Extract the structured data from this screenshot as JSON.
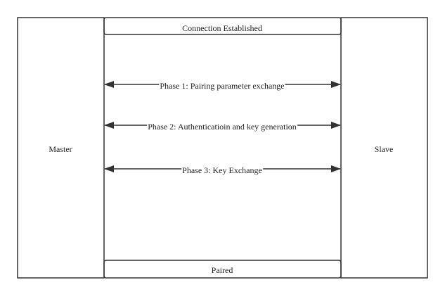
{
  "participants": {
    "left": "Master",
    "right": "Slave"
  },
  "banners": {
    "top": "Connection Established",
    "bottom": "Paired"
  },
  "phases": [
    {
      "label": "Phase 1: Pairing parameter exchange"
    },
    {
      "label": "Phase 2: Authenticatioin and key generation"
    },
    {
      "label": "Phase 3: Key Exchange"
    }
  ],
  "colors": {
    "stroke": "#333333",
    "text": "#222222",
    "background": "#ffffff"
  }
}
